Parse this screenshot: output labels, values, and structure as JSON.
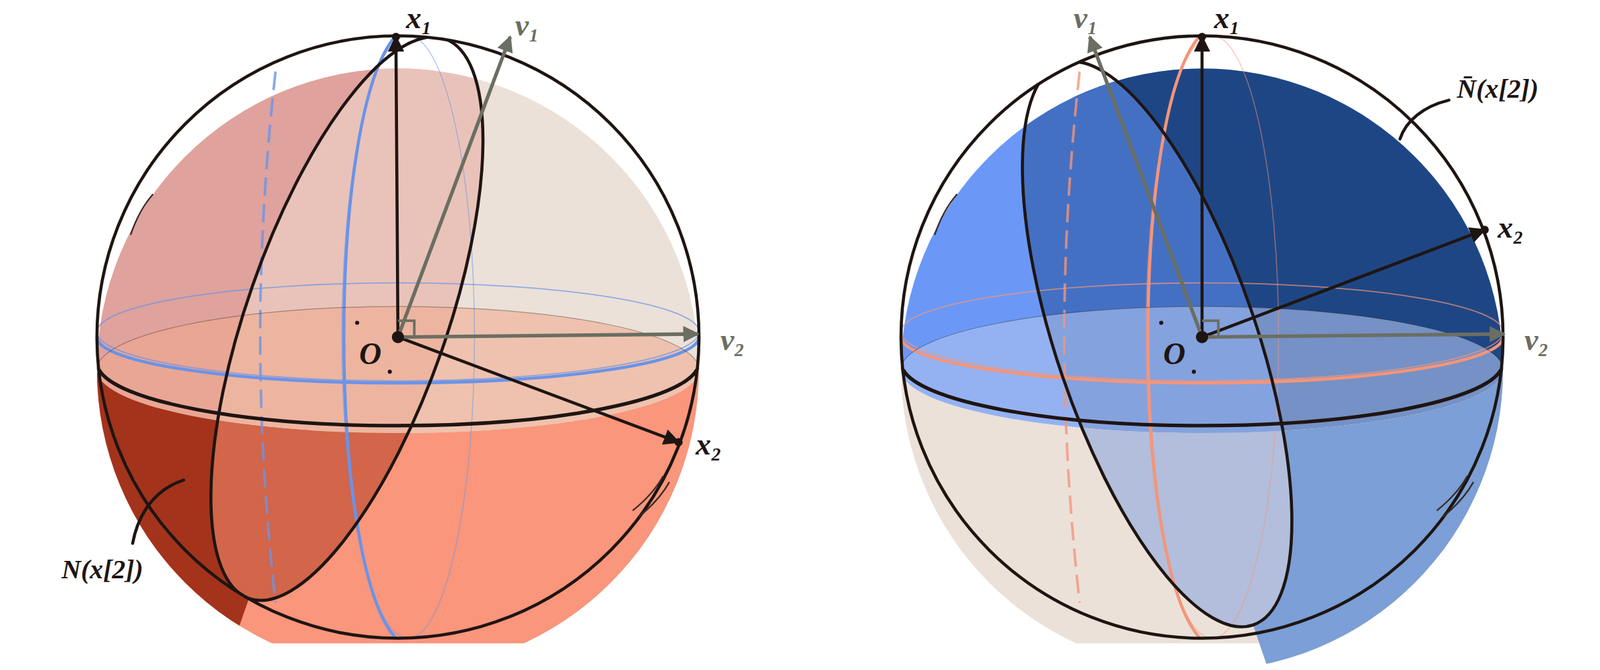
{
  "diagram": {
    "labels": [
      "x₁",
      "v₁",
      "v₂",
      "x₂",
      "O",
      "N(x[2])",
      "v₁",
      "x₁",
      "N̄(x[2])",
      "x₂",
      "v₂",
      "O"
    ]
  }
}
